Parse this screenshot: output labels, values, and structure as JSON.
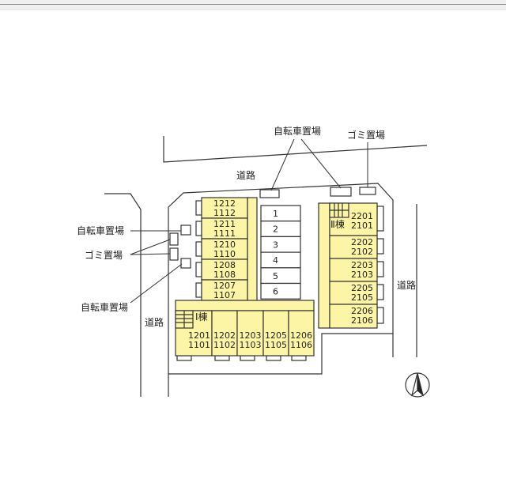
{
  "labels": {
    "bike_top": "自転車置場",
    "garbage_top": "ゴミ置場",
    "road_top": "道路",
    "bike_left_1": "自転車置場",
    "garbage_left": "ゴミ置場",
    "bike_left_2": "自転車置場",
    "road_left": "道路",
    "road_right": "道路"
  },
  "building1": {
    "name": "Ⅰ棟",
    "vertical_units": [
      [
        "1212",
        "1112"
      ],
      [
        "1211",
        "1111"
      ],
      [
        "1210",
        "1110"
      ],
      [
        "1208",
        "1108"
      ],
      [
        "1207",
        "1107"
      ]
    ],
    "horizontal_units": [
      [
        "1201",
        "1101"
      ],
      [
        "1202",
        "1102"
      ],
      [
        "1203",
        "1103"
      ],
      [
        "1205",
        "1105"
      ],
      [
        "1206",
        "1106"
      ]
    ]
  },
  "building2": {
    "name": "Ⅱ棟",
    "units": [
      [
        "2201",
        "2101"
      ],
      [
        "2202",
        "2102"
      ],
      [
        "2203",
        "2103"
      ],
      [
        "2205",
        "2105"
      ],
      [
        "2206",
        "2106"
      ]
    ]
  },
  "parking": [
    "1",
    "2",
    "3",
    "4",
    "5",
    "6"
  ],
  "colors": {
    "unit": "#fdf5a6",
    "line": "#333333"
  }
}
